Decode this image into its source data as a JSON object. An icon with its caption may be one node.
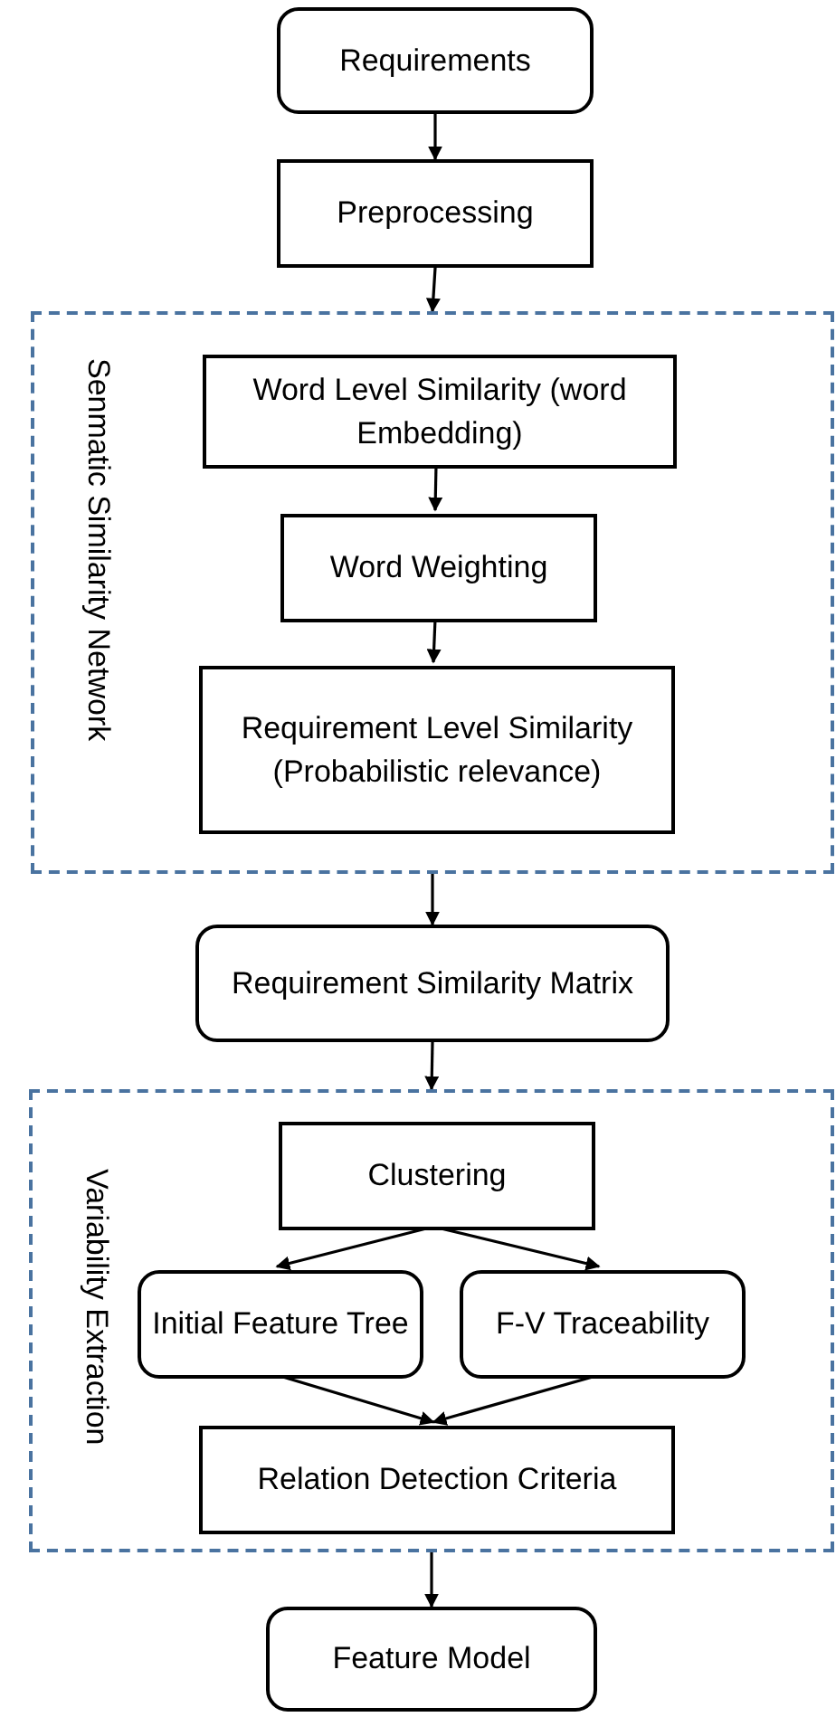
{
  "diagram": {
    "nodes": [
      {
        "text": [
          "Requirements"
        ]
      },
      {
        "text": [
          "Preprocessing"
        ]
      },
      {
        "text": [
          "Senmatic Similarity Network"
        ]
      },
      {
        "text": [
          "Word Level Similarity (word Embedding)"
        ],
        "in": 2
      },
      {
        "text": [
          "Word Weighting"
        ],
        "in": 2
      },
      {
        "text": [
          "Requirement Level Similarity (Probabilistic relevance)"
        ],
        "in": 2
      },
      {
        "text": [
          "Requirement Similarity Matrix"
        ]
      },
      {
        "text": [
          "Variability Extraction"
        ]
      },
      {
        "text": [
          "Clustering"
        ],
        "in": 7
      },
      {
        "text": [
          "Initial Feature Tree"
        ],
        "in": 7
      },
      {
        "text": [
          "F-V Traceability"
        ],
        "in": 7
      },
      {
        "text": [
          "Relation Detection Criteria"
        ],
        "in": 7
      },
      {
        "text": [
          "Feature Model"
        ]
      }
    ],
    "edges": [
      {
        "from": 0,
        "to": 1,
        "arrow": "to"
      },
      {
        "from": 1,
        "to": 2,
        "arrow": "to"
      },
      {
        "from": 3,
        "to": 4,
        "arrow": "to"
      },
      {
        "from": 4,
        "to": 5,
        "arrow": "to"
      },
      {
        "from": 2,
        "to": 6,
        "arrow": "to"
      },
      {
        "from": 6,
        "to": 7,
        "arrow": "to"
      },
      {
        "from": 8,
        "to": 9,
        "arrow": "to"
      },
      {
        "from": 8,
        "to": 10,
        "arrow": "to"
      },
      {
        "from": 9,
        "to": 11,
        "arrow": "to"
      },
      {
        "from": 10,
        "to": 11,
        "arrow": "to"
      },
      {
        "from": 7,
        "to": 12,
        "arrow": "to"
      }
    ]
  }
}
